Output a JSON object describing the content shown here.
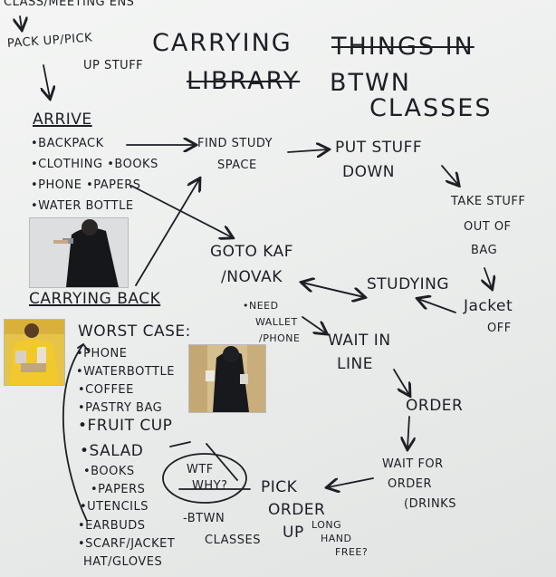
{
  "board": {
    "top_cut": "CLASS/MEETING ENS",
    "pack_up": "PACK UP/PICK",
    "up_stuff": "UP STUFF",
    "title_1": "CARRYING",
    "title_struck": "THINGS IN",
    "title_2_struck": "LIBRARY",
    "title_2": "BTWN",
    "title_3": "CLASSES"
  },
  "arrive": {
    "heading": "ARRIVE",
    "items": [
      "•BACKPACK",
      "•CLOTHING •BOOKS",
      "•PHONE •PAPERS",
      "•WATER BOTTLE"
    ]
  },
  "flow": {
    "find_study_1": "FIND STUDY",
    "find_study_2": "SPACE",
    "put_stuff_1": "PUT STUFF",
    "put_stuff_2": "DOWN",
    "take_stuff_1": "TAKE STUFF",
    "take_stuff_2": "OUT OF",
    "take_stuff_3": "BAG",
    "jacket_1": "Jacket",
    "jacket_2": "OFF",
    "studying": "STUDYING",
    "goto_1": "GOTO KAF",
    "goto_2": "/NOVAK",
    "need_1": "•NEED",
    "need_2": "WALLET",
    "need_3": "/PHONE",
    "wait_1": "WAIT IN",
    "wait_2": "LINE",
    "order": "ORDER",
    "wait_order_1": "WAIT FOR",
    "wait_order_2": "ORDER",
    "wait_order_3": "(DRINKS",
    "pick_1": "PICK",
    "pick_2": "ORDER",
    "pick_3": "UP",
    "hand_1": "LONG",
    "hand_2": "HAND",
    "hand_3": "FREE?",
    "wtf_1": "WTF",
    "wtf_2": "WHY?",
    "btwn_1": "-BTWN",
    "btwn_2": "CLASSES"
  },
  "carrying_back": {
    "heading": "CARRYING BACK",
    "worst": "WORST CASE:",
    "items": [
      "•PHONE",
      "•WATERBOTTLE",
      "•COFFEE",
      "•PASTRY BAG",
      "•FRUIT CUP",
      "•SALAD",
      "•BOOKS",
      "•PAPERS",
      "•UTENCILS",
      "•EARBUDS",
      "•SCARF/JACKET",
      "HAT/GLOVES"
    ]
  },
  "colors": {
    "ink": "#1c1f24",
    "board": "#eceeed"
  },
  "photos": [
    "person-in-black-coat-with-phone",
    "person-in-yellow-carrying-items",
    "person-in-dark-coat-holding-cup"
  ]
}
